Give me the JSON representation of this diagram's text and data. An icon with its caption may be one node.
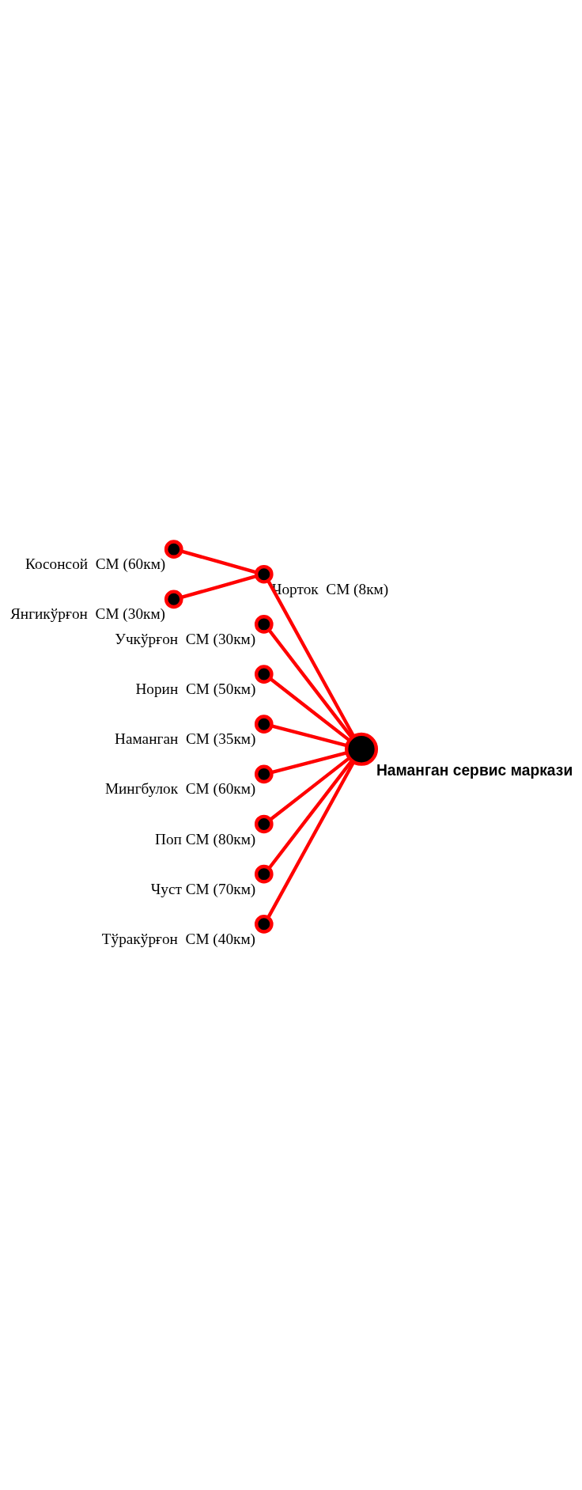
{
  "diagram": {
    "nodes": [
      {
        "text": [],
        "shape": "circle",
        "beside": [
          "Наманган сервис маркази"
        ]
      },
      {
        "text": [],
        "shape": "circle",
        "beside": [
          "Косонсой  СМ (60км)"
        ]
      },
      {
        "text": [],
        "shape": "circle",
        "beside": [
          "Янгикўрғон  СМ (30км)"
        ]
      },
      {
        "text": [],
        "shape": "circle",
        "beside": [
          "Чорток  СМ (8км)"
        ]
      },
      {
        "text": [],
        "shape": "circle",
        "beside": [
          "Учкўрғон  СМ (30км)"
        ]
      },
      {
        "text": [],
        "shape": "circle",
        "beside": [
          "Норин  СМ (50км)"
        ]
      },
      {
        "text": [],
        "shape": "circle",
        "beside": [
          "Наманган  СМ (35км)"
        ]
      },
      {
        "text": [],
        "shape": "circle",
        "beside": [
          "Мингбулок  СМ (60км)"
        ]
      },
      {
        "text": [],
        "shape": "circle",
        "beside": [
          "Поп СМ (80км)"
        ]
      },
      {
        "text": [],
        "shape": "circle",
        "beside": [
          "Чуст СМ (70км)"
        ]
      },
      {
        "text": [],
        "shape": "circle",
        "beside": [
          "Тўракўрғон  СМ (40км)"
        ]
      }
    ],
    "edges": [
      {
        "from": 1,
        "to": 3,
        "arrow": "none"
      },
      {
        "from": 2,
        "to": 3,
        "arrow": "none"
      },
      {
        "from": 3,
        "to": 0,
        "arrow": "none"
      },
      {
        "from": 4,
        "to": 0,
        "arrow": "none"
      },
      {
        "from": 5,
        "to": 0,
        "arrow": "none"
      },
      {
        "from": 6,
        "to": 0,
        "arrow": "none"
      },
      {
        "from": 7,
        "to": 0,
        "arrow": "none"
      },
      {
        "from": 8,
        "to": 0,
        "arrow": "none"
      },
      {
        "from": 9,
        "to": 0,
        "arrow": "none"
      },
      {
        "from": 10,
        "to": 0,
        "arrow": "none"
      }
    ]
  }
}
